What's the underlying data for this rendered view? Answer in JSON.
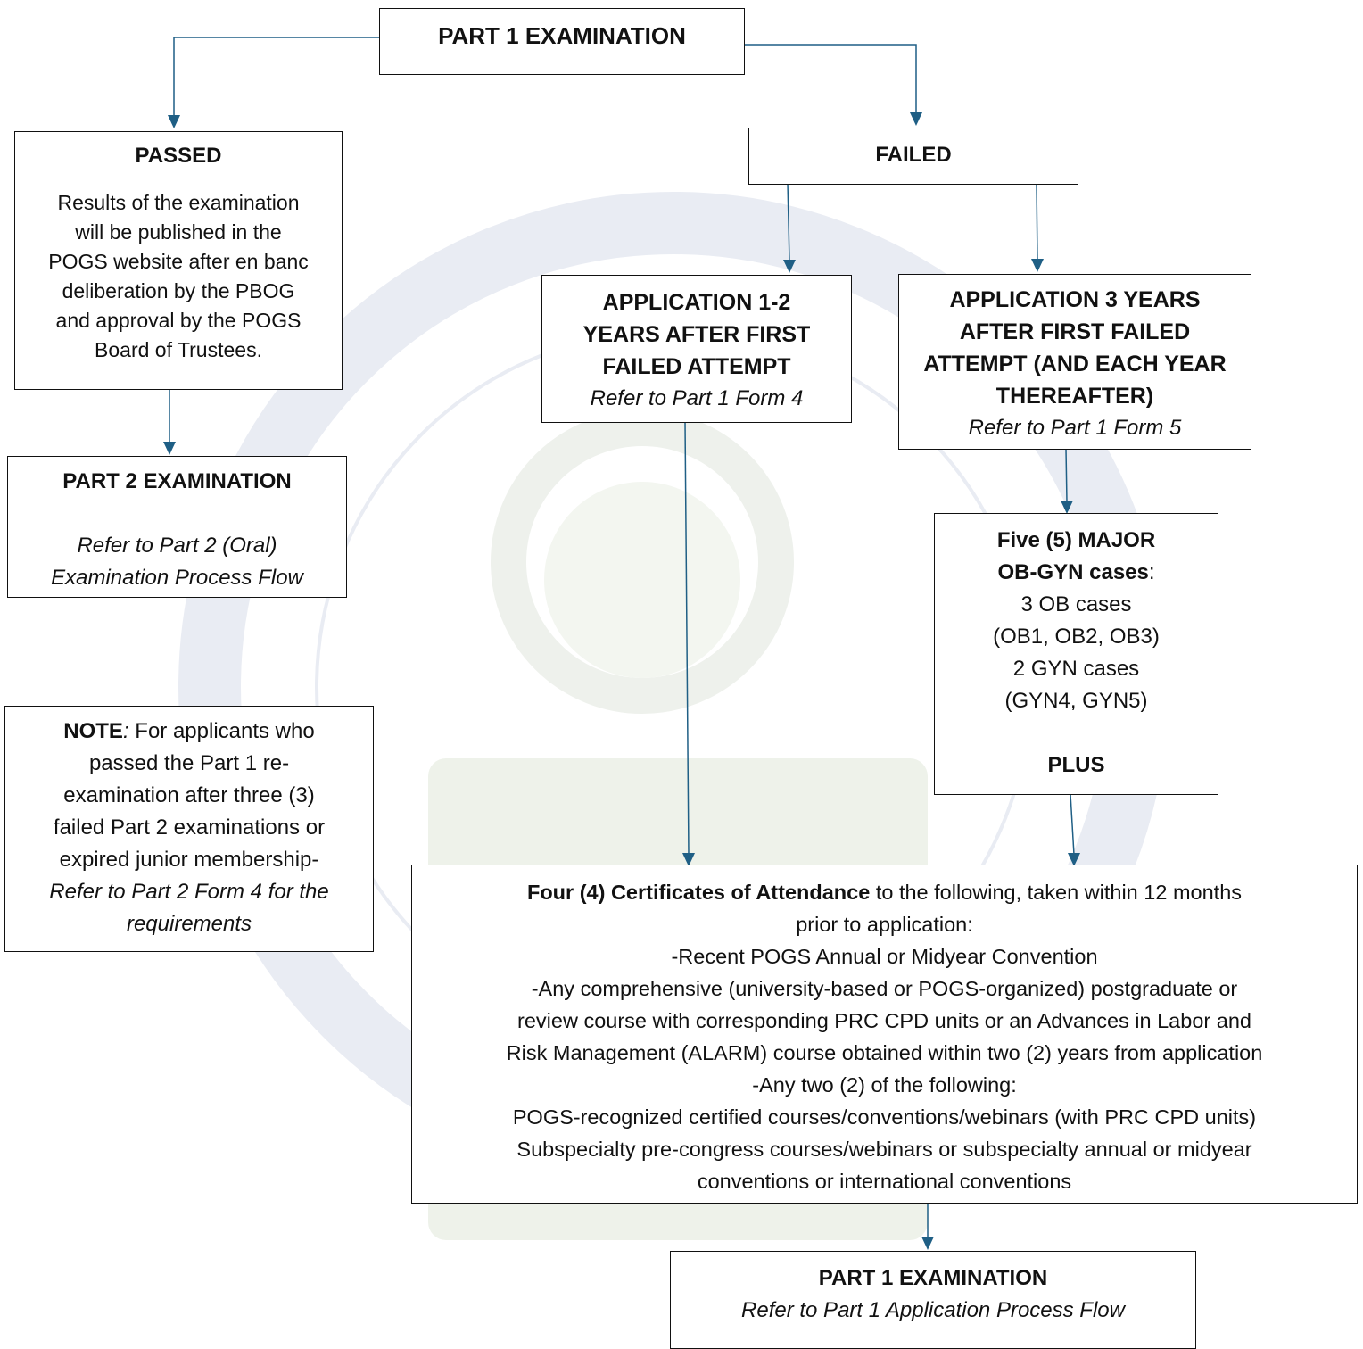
{
  "colors": {
    "connector": "#1f5f85",
    "border": "#111111",
    "watermark": "#e7eaf2"
  },
  "nodes": {
    "part1_exam_top": {
      "title": "PART 1 EXAMINATION"
    },
    "passed": {
      "title": "PASSED",
      "lines": [
        "Results of the examination",
        "will be published in the",
        "POGS website after en banc",
        "deliberation by the PBOG",
        "and approval by the POGS",
        "Board of Trustees."
      ]
    },
    "part2_exam": {
      "title": "PART 2 EXAMINATION",
      "ref": [
        "Refer to Part 2 (Oral)",
        "Examination Process Flow"
      ]
    },
    "note": {
      "label": "NOTE",
      "colon": ":",
      "first_line_rest": " For applicants who",
      "lines": [
        "passed the Part 1 re-",
        "examination after three (3)",
        "failed Part 2 examinations or",
        "expired junior membership-"
      ],
      "ref": [
        "Refer to Part 2 Form 4 for the",
        "requirements"
      ]
    },
    "failed": {
      "title": "FAILED"
    },
    "app_1_2": {
      "title_lines": [
        "APPLICATION 1-2",
        "YEARS AFTER FIRST",
        "FAILED ATTEMPT"
      ],
      "ref": "Refer to Part 1 Form 4"
    },
    "app_3": {
      "title_lines": [
        "APPLICATION 3 YEARS",
        "AFTER FIRST FAILED",
        "ATTEMPT (AND EACH YEAR",
        "THEREAFTER)"
      ],
      "ref": "Refer to Part 1 Form 5"
    },
    "major_cases": {
      "title_lines": [
        "Five (5) MAJOR",
        "OB-GYN cases"
      ],
      "title_suffix": ":",
      "lines": [
        "3 OB cases",
        "(OB1, OB2, OB3)",
        "2 GYN cases",
        "(GYN4, GYN5)"
      ],
      "plus": "PLUS"
    },
    "certificates": {
      "lead_bold": "Four (4) Certificates of Attendance",
      "lead_rest": " to the following, taken within 12 months",
      "lines": [
        "prior to application:",
        "-Recent POGS Annual or Midyear Convention",
        "-Any comprehensive (university-based or POGS-organized) postgraduate or",
        "review course with corresponding PRC CPD units or an Advances in Labor and",
        "Risk Management (ALARM) course obtained within two (2) years from application",
        "-Any two (2) of the following:",
        "POGS-recognized certified courses/conventions/webinars (with PRC CPD units)",
        "Subspecialty pre-congress courses/webinars or subspecialty annual or midyear",
        "conventions or international conventions"
      ]
    },
    "part1_exam_bottom": {
      "title": "PART 1 EXAMINATION",
      "ref": "Refer to Part 1 Application Process Flow"
    }
  }
}
